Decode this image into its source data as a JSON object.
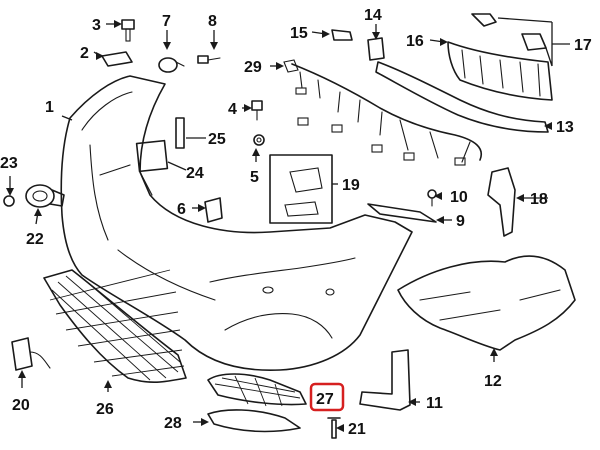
{
  "diagram": {
    "callouts": {
      "c1": "1",
      "c2": "2",
      "c3": "3",
      "c4": "4",
      "c5": "5",
      "c6": "6",
      "c7": "7",
      "c8": "8",
      "c9": "9",
      "c10": "10",
      "c11": "11",
      "c12": "12",
      "c13": "13",
      "c14": "14",
      "c15": "15",
      "c16": "16",
      "c17": "17",
      "c18": "18",
      "c19": "19",
      "c20": "20",
      "c21": "21",
      "c22": "22",
      "c23": "23",
      "c24": "24",
      "c25": "25",
      "c26": "26",
      "c27": "27",
      "c28": "28",
      "c29": "29"
    },
    "highlight": {
      "callout": "27",
      "color": "#d62020"
    }
  }
}
